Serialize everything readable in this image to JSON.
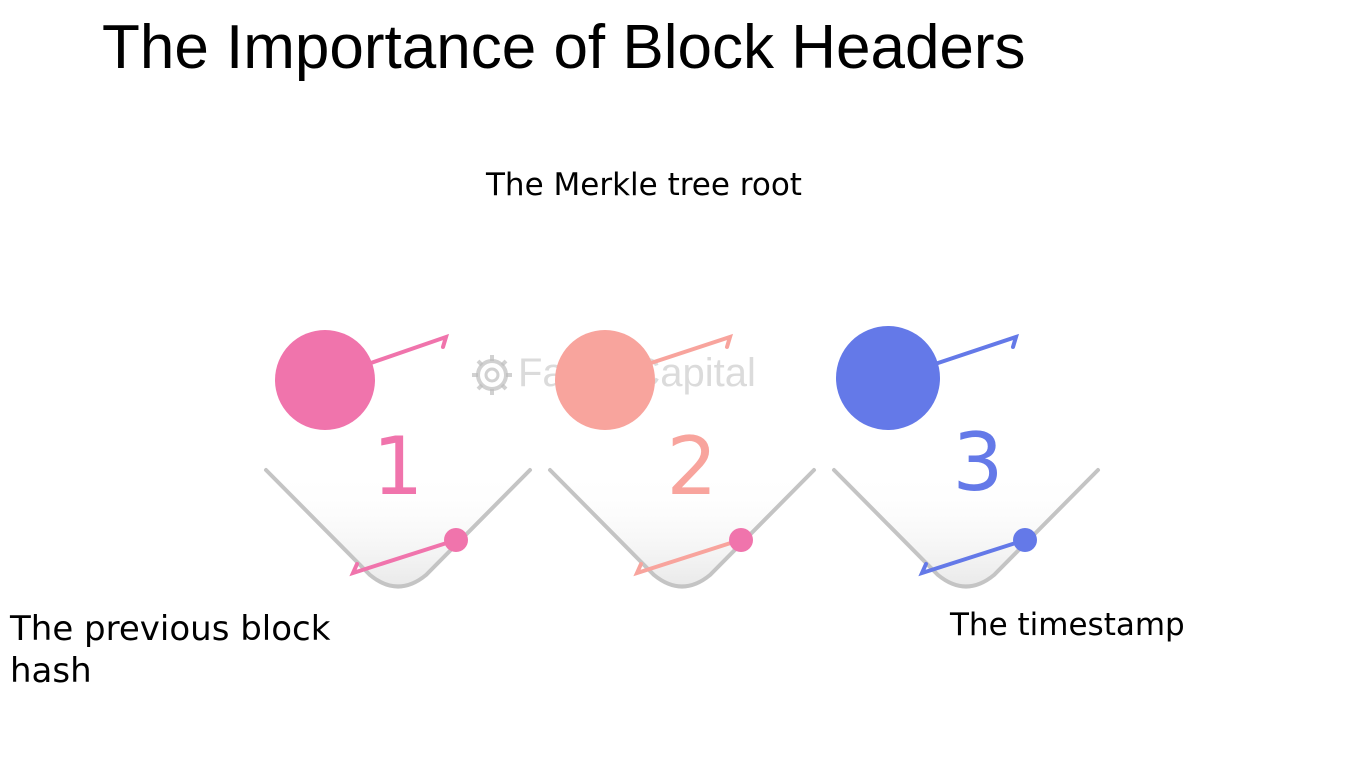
{
  "title": "The Importance of Block Headers",
  "labels": {
    "merkle": "The Merkle tree root",
    "previous": "The previous block hash",
    "timestamp": "The timestamp"
  },
  "steps": [
    {
      "number": "1",
      "color": "#f074ac"
    },
    {
      "number": "2",
      "color": "#f8a49d"
    },
    {
      "number": "3",
      "color": "#6479e8"
    }
  ],
  "watermark": {
    "text": "FasterCapital",
    "icon": "gear-icon"
  }
}
